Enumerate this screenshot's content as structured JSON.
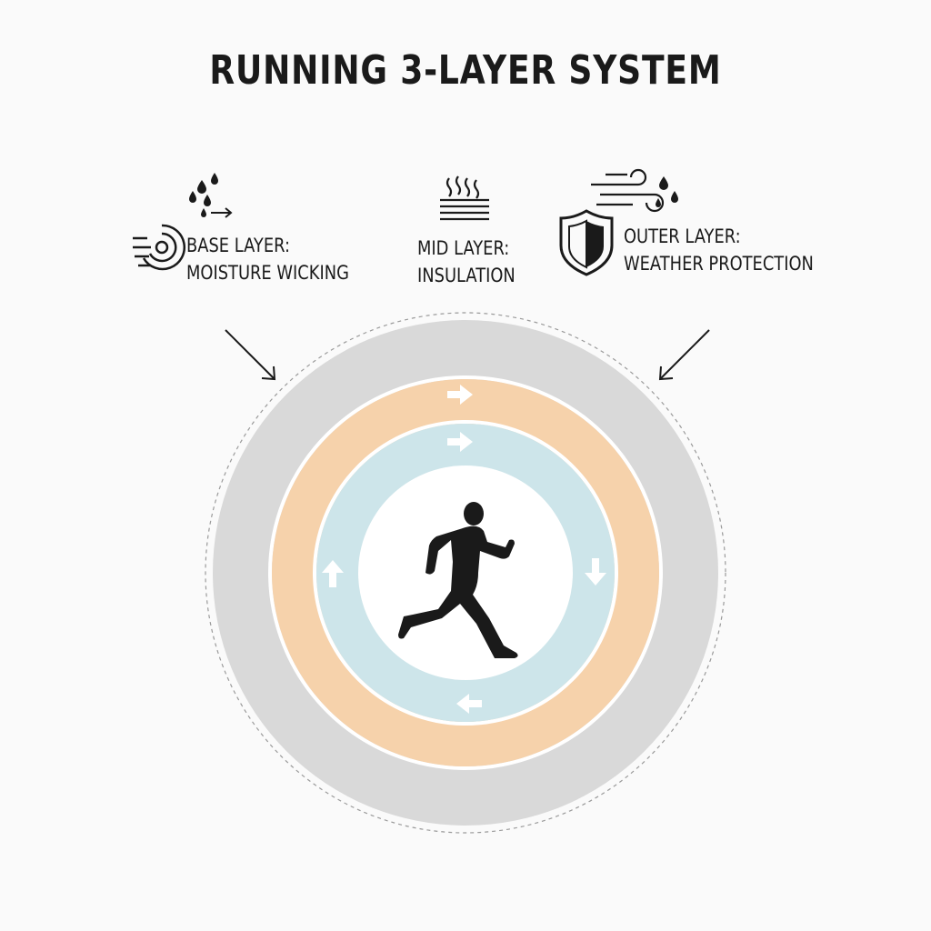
{
  "title": "RUNNING 3-LAYER SYSTEM",
  "layers": {
    "base": {
      "line1": "BASE LAYER:",
      "line2": "MOISTURE WICKING",
      "icon": "moisture-wicking-icon",
      "color": "#cde5ea"
    },
    "mid": {
      "line1": "MID LAYER:",
      "line2": "INSULATION",
      "icon": "heat-insulation-icon",
      "color": "#f6d2ab"
    },
    "outer": {
      "line1": "OUTER LAYER:",
      "line2": "WEATHER PROTECTION",
      "icon": "shield-weather-icon",
      "color": "#d9d9d9"
    }
  },
  "center_figure": "runner-silhouette",
  "arrow_color": "#ffffff"
}
